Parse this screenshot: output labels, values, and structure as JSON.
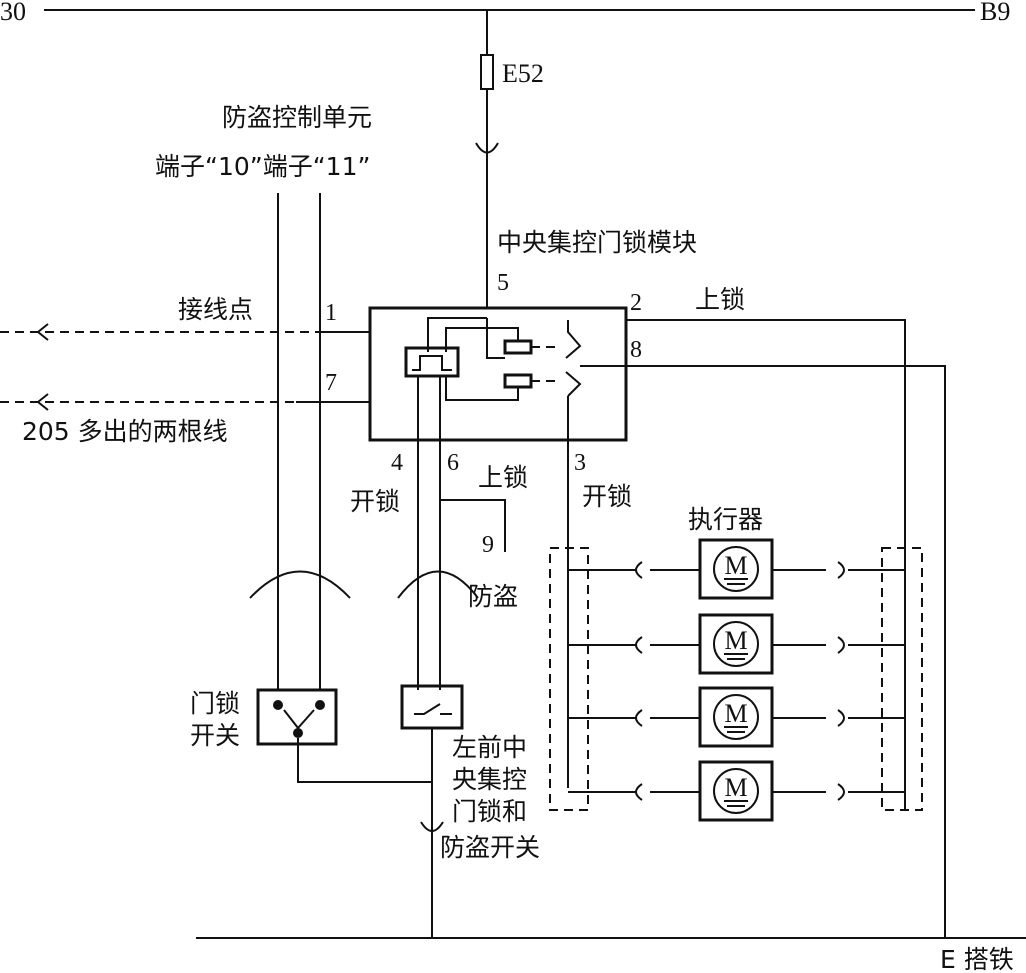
{
  "rails": {
    "top_left": "30",
    "top_right": "B9",
    "ground": "E 搭铁"
  },
  "fuse": {
    "label": "E52"
  },
  "anti_theft_unit": {
    "title": "防盗控制单元",
    "terminals": "端子“10”端子“11”"
  },
  "module": {
    "title": "中央集控门锁模块"
  },
  "pins": [
    "1",
    "2",
    "3",
    "4",
    "5",
    "6",
    "7",
    "8",
    "9"
  ],
  "labels": {
    "junction": "接线点",
    "extra_wires": "205  多出的两根线",
    "lock_top": "上锁",
    "lock_mid": "上锁",
    "unlock_left": "开锁",
    "unlock_right": "开锁",
    "actuator": "执行器",
    "anti_theft": "防盗",
    "door_switch_line1": "门锁",
    "door_switch_line2": "开关",
    "lf_line1": "左前中",
    "lf_line2": "央集控",
    "lf_line3": "门锁和",
    "lf_line4": "防盗开关"
  },
  "motor_symbol": "M",
  "actuator_count": 4
}
